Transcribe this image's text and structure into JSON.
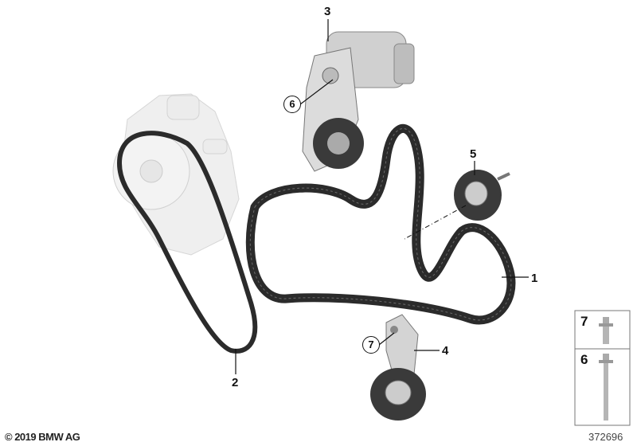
{
  "callouts": {
    "belt_main": "1",
    "belt_small": "2",
    "tensioner": "3",
    "idler_bracket": "4",
    "idler_pulley": "5",
    "bolt_tensioner": "6",
    "bolt_bracket": "7"
  },
  "parts_box": {
    "items": [
      {
        "number": "7",
        "part": "short-bolt"
      },
      {
        "number": "6",
        "part": "long-bolt"
      }
    ]
  },
  "footer": {
    "copyright": "© 2019 BMW AG",
    "diagram_id": "372696"
  },
  "colors": {
    "belt": "#2b2b2b",
    "part_gray": "#d8d8d8",
    "ghost_part": "#ececec",
    "line": "#111111"
  }
}
